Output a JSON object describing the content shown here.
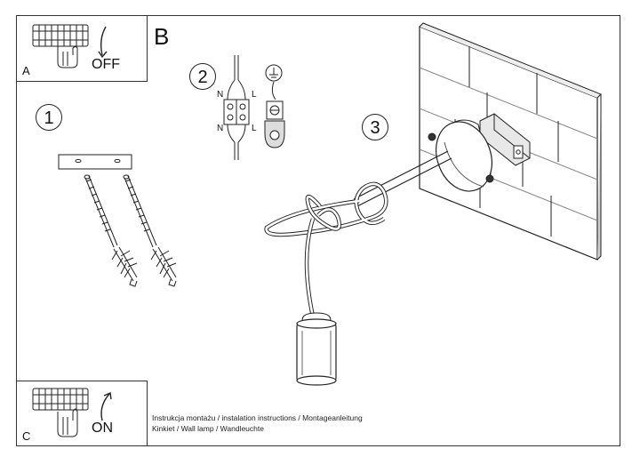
{
  "panels": {
    "a": {
      "letter": "A",
      "state": "OFF"
    },
    "b": {
      "letter": "B"
    },
    "c": {
      "letter": "C",
      "state": "ON"
    }
  },
  "steps": [
    "1",
    "2",
    "3"
  ],
  "terminal_labels": {
    "n": "N",
    "l": "L"
  },
  "caption": {
    "line1": "Instrukcja montażu / instalation instructions / Montageanleitung",
    "line2": "Kinkiet / Wall lamp / Wandleuchte"
  }
}
